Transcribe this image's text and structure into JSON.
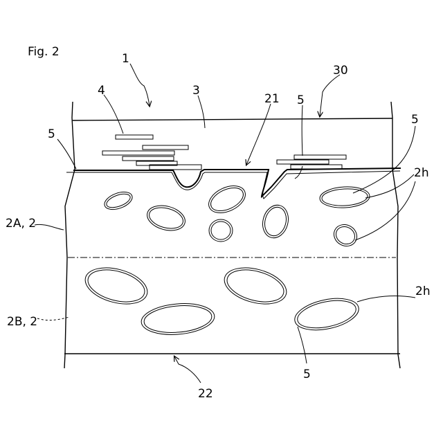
{
  "figure": {
    "title": "Fig. 2",
    "labels": {
      "ref_1": "1",
      "ref_30": "30",
      "ref_4": "4",
      "ref_3": "3",
      "ref_21": "21",
      "ref_5_left": "5",
      "ref_5_mid": "5",
      "ref_5_right": "5",
      "ref_5_bottom": "5",
      "ref_2h_top": "2h",
      "ref_2h_bottom": "2h",
      "ref_2A": "2A, 2",
      "ref_2B": "2B, 2",
      "ref_22": "22"
    }
  }
}
